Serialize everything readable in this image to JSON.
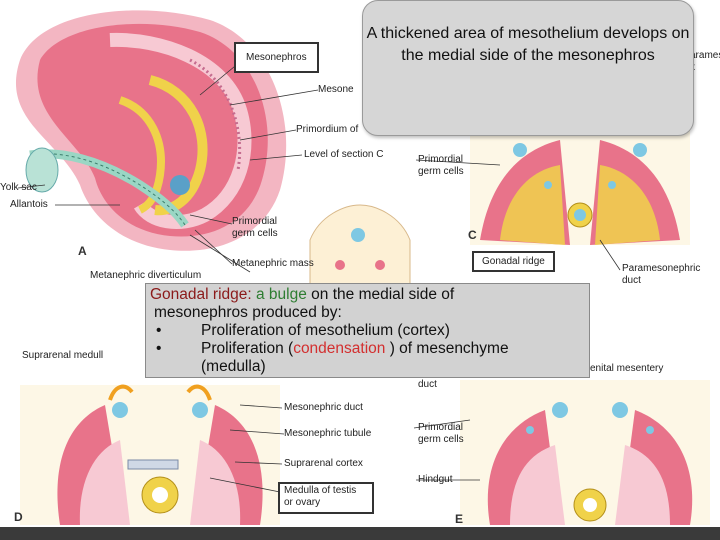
{
  "callout": {
    "text": "A thickened area of mesothelium develops on the medial side of the mesonephros"
  },
  "definition": {
    "term": "Gonadal ridge",
    "colon": ":",
    "lead": "a bulge",
    "rest1": " on the medial side of",
    "line2": "mesonephros produced by:",
    "bullet_char": "•",
    "item1": "Proliferation of mesothelium (cortex)",
    "item2_pre": "Proliferation (",
    "item2_highlight": "condensation",
    "item2_post": " ) of mesenchyme",
    "item2_cont": "(medulla)"
  },
  "panels": {
    "a": "A",
    "c": "C",
    "d": "D",
    "e": "E"
  },
  "labels": {
    "mesonephros_box": "Mesonephros",
    "mesone": "Mesone",
    "primordium": "Primordium of",
    "level_section": "Level of section C",
    "yolk_sac": "Yolk sac",
    "allantois": "Allantois",
    "primordial_germ_a1": "Primordial",
    "primordial_germ_a2": "germ cells",
    "metanephric_mass": "Metanephric mass",
    "metanephric_div": "Metanephric diverticulum",
    "primordial_germ_c1": "Primordial",
    "primordial_germ_c2": "germ cells",
    "gonadal_ridge_box": "Gonadal ridge",
    "paramesonephric1": "Paramesonephric",
    "paramesonephric2": "duct",
    "parana1": "aramesona",
    "parana2": "x",
    "suprarenal_medulla": "Suprarenal medull",
    "genital_mesentery": "enital mesentery",
    "duct": "duct",
    "mesonephric_duct": "Mesonephric duct",
    "mesonephric_tubule": "Mesonephric tubule",
    "suprarenal_cortex": "Suprarenal cortex",
    "medulla_box1": "Medulla of testis",
    "medulla_box2": "or ovary",
    "primordial_germ_e1": "Primordial",
    "primordial_germ_e2": "germ cells",
    "hindgut": "Hindgut"
  },
  "colors": {
    "callout_bg": "#d6d6d6",
    "definition_bg": "#d2d2d2",
    "term": "#8b1a1a",
    "lead": "#2e7d32",
    "highlight": "#d32f2f",
    "embryo_pink": "#e8738a",
    "tissue_yellow": "#f0d24a",
    "cell_blue": "#7ec8e3"
  }
}
